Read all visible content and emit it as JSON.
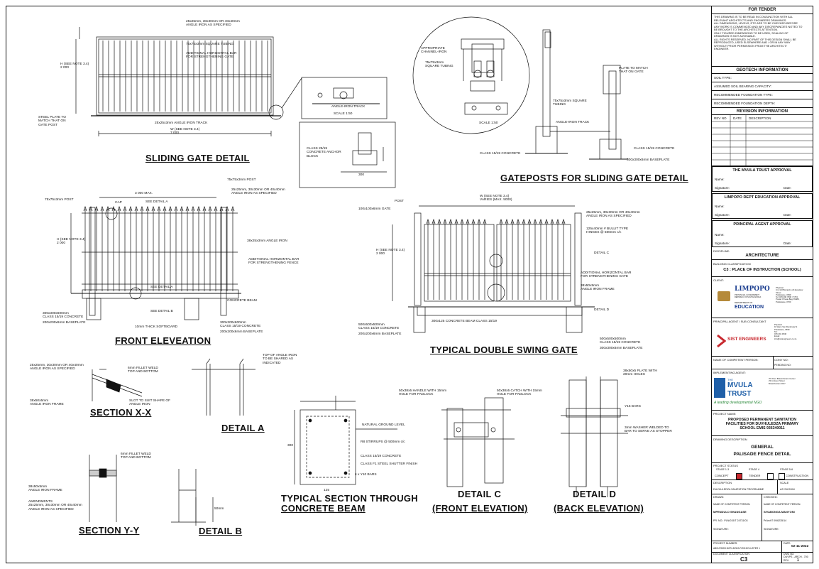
{
  "titles": {
    "sliding_gate": "SLIDING GATE DETAIL",
    "gateposts": "GATEPOSTS FOR SLIDING GATE DETAIL",
    "front_elevation": "FRONT ELEVEATION",
    "double_swing": "TYPICAL DOUBLE SWING GATE",
    "section_xx": "SECTION X-X",
    "detail_a": "DETAIL A",
    "typical_section_1": "TYPICAL SECTION THROUGH",
    "typical_section_2": "CONCRETE BEAM",
    "detail_c_1": "DETAIL C",
    "detail_c_2": "(FRONT ELEVATION)",
    "detail_d_1": "DETAIL D",
    "detail_d_2": "(BACK ELEVATION)",
    "section_yy": "SECTION Y-Y",
    "detail_b": "DETAIL B"
  },
  "notes": {
    "sg_angle": "25x25mm, 30x30mm OR 40x40mm\nANGLE IRON AS SPECIFIED",
    "sg_tube": "75x75x3mm SQUARE TUBING",
    "sg_bar": "ADDITIONAL HORIZONTAL BAR\nFOR STRENGTHENING GATE",
    "sg_h": "H (SEE NOTE 3.4)\n2 000",
    "sg_plate": "STEEL PLATE TO\nMATCH THAT ON\nGATE POST",
    "sg_track": "25x25x3mm ANGLE IRON TRACK",
    "sg_w": "W (SEE NOTE 3.4)\n7 000",
    "sg_track2": "ANGLE-IRON TRACK",
    "sg_scale": "SCALE 1:50",
    "sg_anchor": "CLASS 25/19\nCONCRETE ANCHOR\nBLOCK",
    "sg_300": "300",
    "gp_channel": "APPROPRIATE\nCHANNEL-IRON",
    "gp_tube": "75x75x3mm\nSQUARE TUBING",
    "gp_scale": "SCALE 1:50",
    "gp_plate": "PLATE TO MATCH\nTHAT ON GATE",
    "gp_post": "75x75x3mm SQUARE\nTUBING",
    "gp_track": "ANGLE-IRON TRACK",
    "gp_conc": "CLASS 15/19 CONCRETE",
    "gp_conc2": "CLASS 15/19 CONCRETE",
    "gp_base": "300x300x6mm BASEPLATE",
    "fe_post": "75x75x3mm POST",
    "fe_post2": "75x75x3mm POST",
    "fe_cap": "CAP",
    "fe_deta": "SEE DETAIL A",
    "fe_3000": "3 000 MAX.",
    "fe_angle": "25x25mm, 30x30mm OR 40x40mm\nANGLE IRON AS SPECIFIED",
    "fe_angle2": "38x25x3mm ANGLE IRON",
    "fe_bar": "ADDITIONAL HORIZONTAL BAR\nFOR STRENGTHENING FENCE",
    "fe_h": "H (SEE NOTE 3.4)\n2 000",
    "fe_deta2": "SEE DETAIL A",
    "fe_beam": "CONCRETE BEAM",
    "fe_detb": "SEE DETAIL B",
    "fe_conc": "300x300x600mm\nCLASS 15/19 CONCRETE",
    "fe_base": "200x200x6mm BASEPLATE",
    "fe_soft": "10mm THICK SOFTBOARD",
    "fe_conc2": "300x300x600mm\nCLASS 15/19 CONCRETE",
    "fe_base2": "200x200x6mm BASEPLATE",
    "dg_gate": "100x100x6mm GATE",
    "dg_post": "POST",
    "dg_w": "W (SEE NOTE 3.4)\nVARIES (MAX. 5000)",
    "dg_angle": "25x25mm, 30x30mm OR 40x40mm\nANGLE IRON AS SPECIFIED",
    "dg_hinge": "125x40mm # BULLIT TYPE\nHINGES @ 500mm c/c",
    "dg_detc": "DETAIL C",
    "dg_bar": "ADDITIONAL HORIZONTAL BAR\nFOR STRENGTHENING GATE",
    "dg_frame": "38x50x5mm\nANGLE IRON FRAME",
    "dg_detd": "DETAIL D",
    "dg_h": "H (SEE NOTE 3.4)\n2 000",
    "dg_beam": "300x125 CONCRETE BEAM CLASS 15/19",
    "dg_conc": "500x500x500mm\nCLASS 15/19 CONCRETE",
    "dg_base": "200x200x6mm BASEPLATE",
    "dg_conc2": "500x500x500mm\nCLASS 15/19 CONCRETE",
    "dg_base2": "300x300x6mm BASEPLATE",
    "xx_angle": "25x25mm, 30x30mm OR 40x40mm\nANGLE IRON AS SPECIFIED",
    "xx_weld": "6mm FILLET WELD\nTOP AND BOTTOM",
    "xx_frame": "38x50x5mm\nANGLE IRON FRAME",
    "xx_slot": "SLOT TO SUIT SHAPE OF\nANGLE IRON",
    "da_top": "TOP OF ANGLE IRON\nTO BE SHARED AS\nINDICATED",
    "ts_ground": "NATURAL GROUND LEVEL",
    "ts_stirrups": "R8 STIRRUPS @ 500mm c/c",
    "ts_conc": "CLASS 15/19 CONCRETE",
    "ts_finish": "CLASS F1 STEEL SHUTTER FINISH",
    "ts_bars": "4 x Y10 BARS",
    "ts_300": "300",
    "ts_125": "125",
    "dc_handle": "50x38x5 HANDLE WITH 15mm\nHOLE FOR PADLOCK",
    "dc_catch": "50x38x5 CATCH WITH 15mm\nHOLE FOR PADLOCK",
    "dd_plate": "38x50x5 PLATE WITH\n20mm HOLES",
    "dd_bars": "Y16 BARS",
    "dd_washer": "3mm WASHER WELDED TO\nBAR TO SERVE AS STOPPER",
    "yy_weld": "6mm FILLET WELD\nTOP AND BOTTOM",
    "yy_frame": "38x50x5mm\nANGLE IRON FRAME",
    "yy_amend": "AMENDMENTS\n25x25mm, 30x30mm OR 40x40mm\nANGLE IRON AS SPECIFIED",
    "db_50": "50mm"
  },
  "title_block": {
    "for_tender": "FOR TENDER",
    "notes_text": "THIS DRAWING IS TO BE READ IN CONJUNCTION WITH ALL\nRELEVANT ARCHITECTS AND ENGINEERS DRAWINGS.\nALL DIMENSIONS, LEVELS, ETC ARE TO BE CHECKED BEFORE\nANY WORK IS COMMENCED AND ANY DISCREPANCIES NOTED TO\nBE BROUGHT TO THE ARCHITECTS ATTENTION.\nONLY FIGURED DIMENSIONS TO BE USED, SCALING OF\nDRAWINGS IS NOT ADVISABLE.\nALL RIGHTS RESERVED. NO PART OF THIS DESIGN SHALL BE\nREPRODUCED, USED ELSEWHERE AND / OR IN ANY WAY\nWITHOUT PRIOR PERMISSION FROM THE ARCHITECT/\nENGINEER.",
    "geotech": "GEOTECH INFORMATION",
    "geo_rows": [
      "SOIL TYPE:",
      "ASSUMED SOIL BEARING CAPACITY:",
      "RECOMMENDED FOUNDATION TYPE:",
      "RECOMMENDED FOUNDATION DEPTH:"
    ],
    "revision": "REVISION INFORMATION",
    "rev_cols": [
      "REV NO",
      "DATE",
      "DESCRIPTION"
    ],
    "mvula_approval": "THE MVULA TRUST APPROVAL",
    "limpopo_approval": "LIMPOPO DEPT EDUCATION APPROVAL",
    "principal_approval": "PRINCIPAL AGENT APPROVAL",
    "name_label": "Name:",
    "signature_label": "Signature:",
    "date_label": "Date:",
    "discipline_label": "DISCIPLINE:",
    "discipline": "ARCHITECTURE",
    "building_class_label": "BUILDING CLASSIFICATION",
    "building_class": "C3 : PLACE OF INSTRUCTION (SCHOOL)",
    "client_label": "CLIENT:",
    "limpopo_logo": "LIMPOPO",
    "limpopo_sub": "PROVINCIAL GOVERNMENT\nREPUBLIC OF SOUTH AFRICA",
    "dept_label": "DEPARTMENT OF",
    "education": "EDUCATION",
    "client_address": "Physical:\nCnr 113 Biccard & 24 Excelsior\nStreet\nPolokwane, 0699\nTel: 015 290 7600 / 7703\nPostal: Private Bag X9489,\nPolokwane, 0700",
    "principal_agent_label": "PRINCIPAL AGENT / SUB CONSULTANT",
    "sist_logo": "SIST ENGINEERS",
    "sist_address": "Physical:\n18 Hans Van Rensburg St\nPolokwane, 0699\nTel:\n015 291 4546\nEmail:\ninfo@sistengineers.co.za",
    "competent_person_label": "NAME OF COMPETENT PERSON:",
    "cony_no_label": "CONY NO:",
    "pending": "PENDING NO:",
    "implementing_agent_label": "IMPLEMENTING AGENT:",
    "mvula_the": "THE",
    "mvula_name": "MVULA",
    "mvula_trust": "TRUST",
    "mvula_tag": "A leading developmental NGO",
    "mvula_address": "7th Floor Braamfontein Center\n23 Jorissen Street\nBraamfontein 2017",
    "project_label": "PROJECT NAME:",
    "project_name": "PROPOSED PERMANENT SANITATION\nFACILITIES FOR DUVHULEDZA PRIMARY\nSCHOOL EMIS 936340011",
    "drawing_desc_label": "DRAWING DESCRIPTION",
    "drawing_desc_1": "GENERAL",
    "drawing_desc_2": "PALISADE FENCE DETAIL",
    "project_status_label": "PROJECT STATUS",
    "status_cols": [
      "STAGE 1-3",
      "STAGE 4",
      "STAGE 5-6"
    ],
    "status_items": [
      "CONCEPT",
      "TENDER",
      "CONSTRUCTION"
    ],
    "description_label": "DESCRIPTION",
    "description": "DUVHULEDZA SANITATION PROGRAMME",
    "scale_label": "SCALE",
    "scale": "AS SHOWN",
    "drawn_label": "DRAWN:",
    "checked_label": "CHECKED:",
    "drawn_name_label": "NAME OF COMPETENT PERSON:",
    "checked_name_label": "NAME OF COMPETENT PERSON:",
    "drawn_name": "MPENDULO SHANGASE",
    "checked_name": "SIYABONGA MANYONI",
    "drawn_reg": "PR. NO.: PLN/015/T 24731/03",
    "checked_reg": "PrArchT 09/6235/14",
    "signature": "SIGNATURE:",
    "project_number_label": "PROJECT NUMBER:",
    "project_number": "AB01/PARCH/MT/LDOE/LP/2019/CLUSTER 1",
    "date_label2": "DATE:",
    "date": "02-11-2022",
    "doc_class_label": "DOCUMENT CLASSIFICATION",
    "doc_class": "C3",
    "dwg_no_label": "DWG NO:",
    "dwg_no": "DUVPS - ARCH - 700",
    "rev_label": "REV:",
    "rev": "1"
  }
}
